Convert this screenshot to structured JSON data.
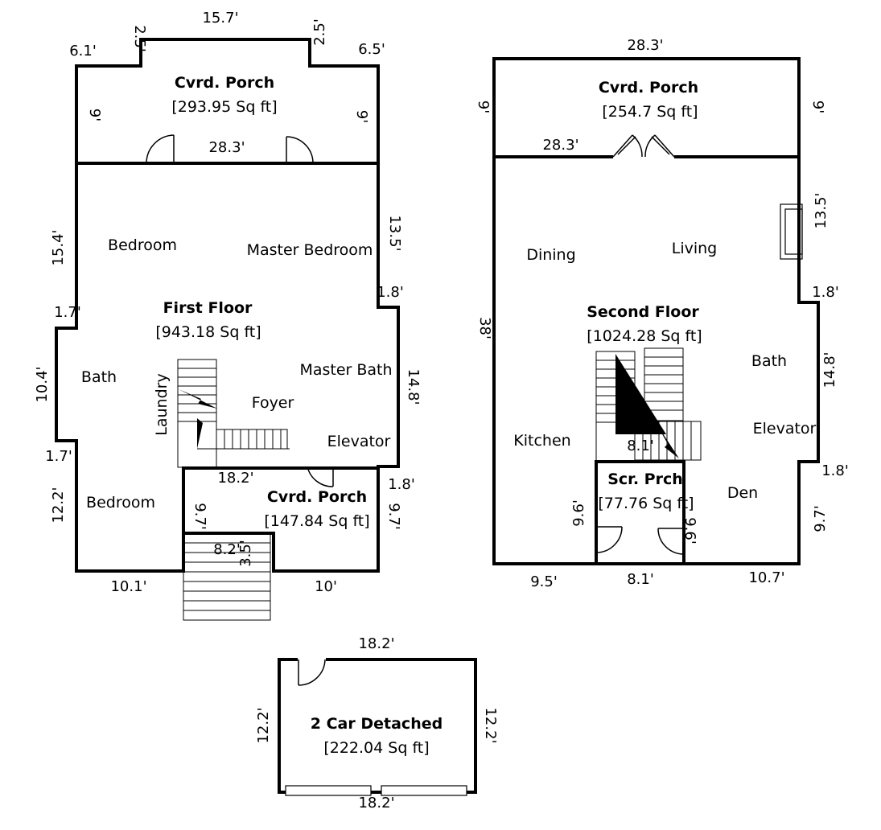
{
  "first_floor": {
    "title": "First Floor",
    "area": "[943.18 Sq ft]",
    "rooms": {
      "bedroom_upper": "Bedroom",
      "master_bedroom": "Master Bedroom",
      "bath": "Bath",
      "laundry": "Laundry",
      "foyer": "Foyer",
      "master_bath": "Master Bath",
      "elevator": "Elevator",
      "bedroom_lower": "Bedroom"
    },
    "front_porch": {
      "title": "Cvrd. Porch",
      "area": "[293.95 Sq ft]"
    },
    "back_porch": {
      "title": "Cvrd. Porch",
      "area": "[147.84 Sq ft]"
    },
    "dims": {
      "top": "15.7'",
      "top_left_jog": "2.5'",
      "top_right_jog": "2.5'",
      "left_top": "6.1'",
      "right_top": "6.5'",
      "porch_left": "9'",
      "porch_right": "9'",
      "porch_bottom": "28.3'",
      "left_upper": "15.4'",
      "right_upper": "13.5'",
      "right_jog": "1.8'",
      "left_jog_top": "1.7'",
      "left_mid": "10.4'",
      "right_mid": "14.8'",
      "left_jog_bottom": "1.7'",
      "left_lower": "12.2'",
      "porch2_top": "18.2'",
      "porch2_right_jog": "1.8'",
      "porch2_left": "9.7'",
      "porch2_right": "9.7'",
      "steps_width": "8.2'",
      "steps_depth": "3.5'",
      "bottom_left": "10.1'",
      "bottom_right": "10'"
    }
  },
  "second_floor": {
    "title": "Second Floor",
    "area": "[1024.28 Sq ft]",
    "rooms": {
      "dining": "Dining",
      "living": "Living",
      "bath": "Bath",
      "elevator": "Elevator",
      "kitchen": "Kitchen",
      "den": "Den"
    },
    "porch": {
      "title": "Cvrd. Porch",
      "area": "[254.7 Sq ft]"
    },
    "screen_porch": {
      "title": "Scr. Prch",
      "area": "[77.76 Sq ft]"
    },
    "dims": {
      "top": "28.3'",
      "porch_left": "9'",
      "porch_right": "9'",
      "porch_bottom": "28.3'",
      "right_upper": "13.5'",
      "left_full": "38'",
      "right_jog_top": "1.8'",
      "right_mid": "14.8'",
      "right_jog_bottom": "1.8'",
      "right_lower": "9.7'",
      "scr_top": "8.1'",
      "scr_left": "9.6'",
      "scr_right": "9.6'",
      "bottom_left": "9.5'",
      "bottom_mid": "8.1'",
      "bottom_right": "10.7'"
    }
  },
  "garage": {
    "title": "2 Car Detached",
    "area": "[222.04 Sq ft]",
    "dims": {
      "top": "18.2'",
      "bottom": "18.2'",
      "left": "12.2'",
      "right": "12.2'"
    }
  }
}
